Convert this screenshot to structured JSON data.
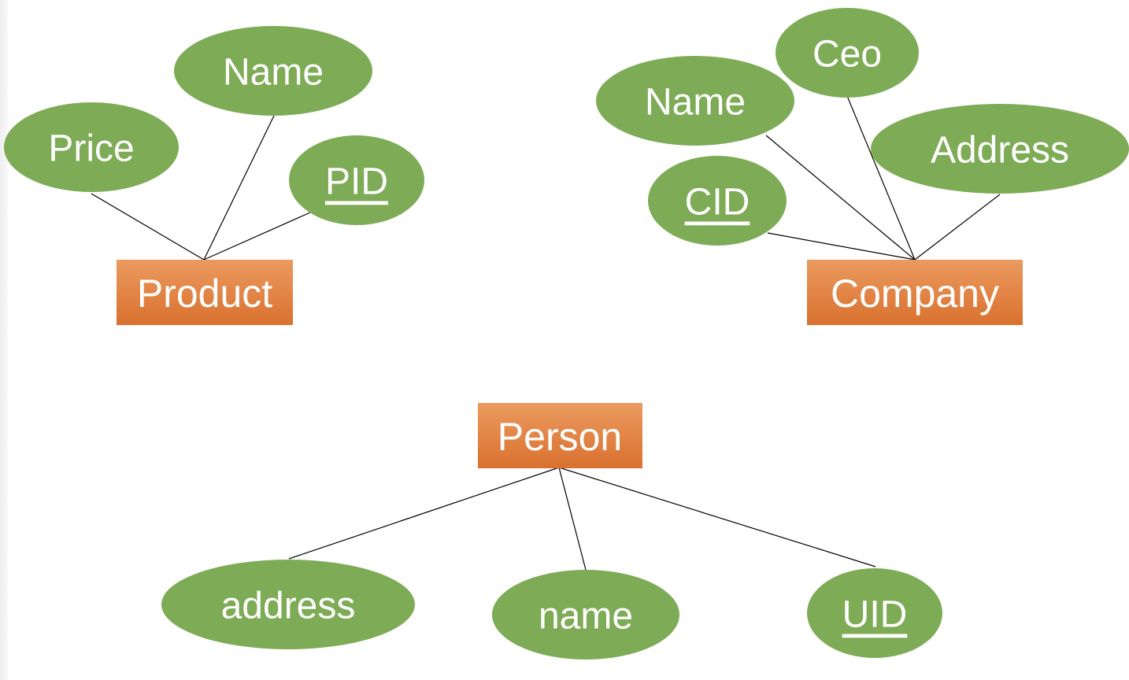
{
  "colors": {
    "attribute_fill": "#7eab55",
    "entity_fill_top": "#eb9a5f",
    "entity_fill_bottom": "#d9712f",
    "connector": "#000000",
    "text": "#ffffff"
  },
  "entities": {
    "product": {
      "label": "Product",
      "attributes": {
        "price": {
          "label": "Price",
          "key": false
        },
        "name": {
          "label": "Name",
          "key": false
        },
        "pid": {
          "label": "PID",
          "key": true
        }
      }
    },
    "company": {
      "label": "Company",
      "attributes": {
        "name": {
          "label": "Name",
          "key": false
        },
        "ceo": {
          "label": "Ceo",
          "key": false
        },
        "address": {
          "label": "Address",
          "key": false
        },
        "cid": {
          "label": "CID",
          "key": true
        }
      }
    },
    "person": {
      "label": "Person",
      "attributes": {
        "address": {
          "label": "address",
          "key": false
        },
        "name": {
          "label": "name",
          "key": false
        },
        "uid": {
          "label": "UID",
          "key": true
        }
      }
    }
  }
}
